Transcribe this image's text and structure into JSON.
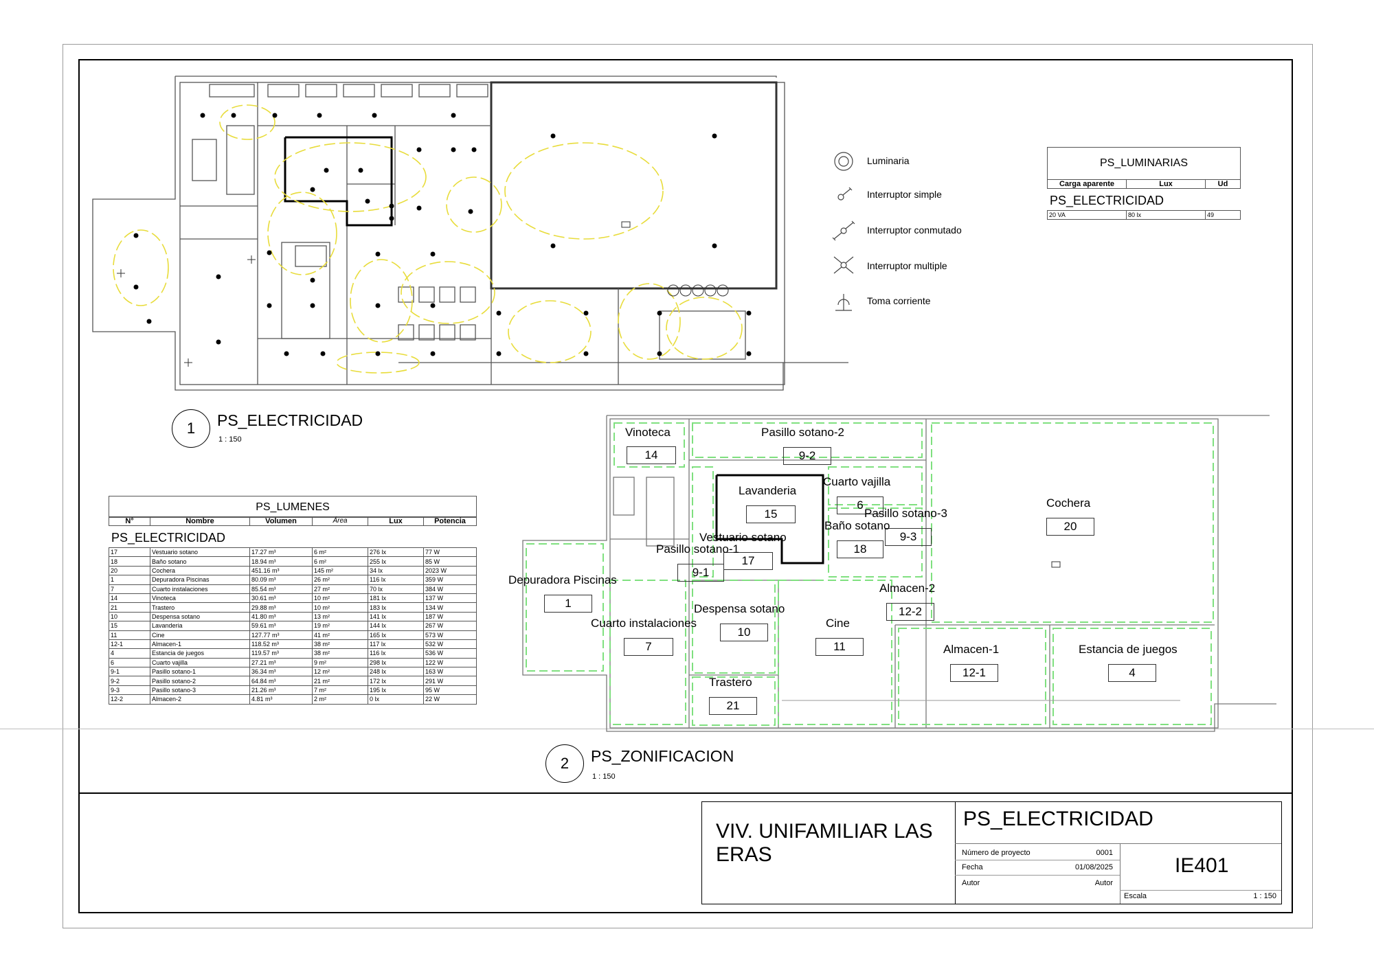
{
  "title_block": {
    "project_name": "VIV. UNIFAMILIAR LAS ERAS",
    "sheet_name": "PS_ELECTRICIDAD",
    "rows": [
      {
        "label": "Número de proyecto",
        "value": "0001"
      },
      {
        "label": "Fecha",
        "value": "01/08/2025"
      },
      {
        "label": "Autor",
        "value": "Autor"
      }
    ],
    "sheet_number": "IE401",
    "scale_label": "Escala",
    "scale_value": "1 : 150"
  },
  "views": [
    {
      "number": "1",
      "title": "PS_ELECTRICIDAD",
      "scale": "1 : 150"
    },
    {
      "number": "2",
      "title": "PS_ZONIFICACION",
      "scale": "1 : 150"
    }
  ],
  "legend": [
    {
      "icon": "luminaire-icon",
      "label": "Luminaria"
    },
    {
      "icon": "simple-switch-icon",
      "label": "Interruptor simple"
    },
    {
      "icon": "switched-switch-icon",
      "label": "Interruptor conmutado"
    },
    {
      "icon": "multiple-switch-icon",
      "label": "Interruptor multiple"
    },
    {
      "icon": "outlet-icon",
      "label": "Toma corriente"
    }
  ],
  "luminarias_schedule": {
    "title": "PS_LUMINARIAS",
    "headers": [
      "Carga aparente",
      "Lux",
      "Ud"
    ],
    "group": "PS_ELECTRICIDAD",
    "rows": [
      [
        "20 VA",
        "80 lx",
        "49"
      ]
    ]
  },
  "lumenes_schedule": {
    "title": "PS_LUMENES",
    "headers": [
      "N°",
      "Nombre",
      "Volumen",
      "Área",
      "Lux",
      "Potencia"
    ],
    "group": "PS_ELECTRICIDAD",
    "rows": [
      [
        "17",
        "Vestuario sotano",
        "17.27 m³",
        "6 m²",
        "276 lx",
        "77 W"
      ],
      [
        "18",
        "Baño sotano",
        "18.94 m³",
        "6 m²",
        "255 lx",
        "85 W"
      ],
      [
        "20",
        "Cochera",
        "451.16 m³",
        "145 m²",
        "34 lx",
        "2023 W"
      ],
      [
        "1",
        "Depuradora Piscinas",
        "80.09 m³",
        "26 m²",
        "116 lx",
        "359 W"
      ],
      [
        "7",
        "Cuarto instalaciones",
        "85.54 m³",
        "27 m²",
        "70 lx",
        "384 W"
      ],
      [
        "14",
        "Vinoteca",
        "30.61 m³",
        "10 m²",
        "181 lx",
        "137 W"
      ],
      [
        "21",
        "Trastero",
        "29.88 m³",
        "10 m²",
        "183 lx",
        "134 W"
      ],
      [
        "10",
        "Despensa sotano",
        "41.80 m³",
        "13 m²",
        "141 lx",
        "187 W"
      ],
      [
        "15",
        "Lavanderia",
        "59.61 m³",
        "19 m²",
        "144 lx",
        "267 W"
      ],
      [
        "11",
        "Cine",
        "127.77 m³",
        "41 m²",
        "165 lx",
        "573 W"
      ],
      [
        "12-1",
        "Almacen-1",
        "118.52 m³",
        "38 m²",
        "117 lx",
        "532 W"
      ],
      [
        "4",
        "Estancia de juegos",
        "119.57 m³",
        "38 m²",
        "116 lx",
        "536 W"
      ],
      [
        "6",
        "Cuarto vajilla",
        "27.21 m³",
        "9 m²",
        "298 lx",
        "122 W"
      ],
      [
        "9-1",
        "Pasillo sotano-1",
        "36.34 m³",
        "12 m²",
        "248 lx",
        "163 W"
      ],
      [
        "9-2",
        "Pasillo sotano-2",
        "64.84 m³",
        "21 m²",
        "172 lx",
        "291 W"
      ],
      [
        "9-3",
        "Pasillo sotano-3",
        "21.26 m³",
        "7 m²",
        "195 lx",
        "95 W"
      ],
      [
        "12-2",
        "Almacen-2",
        "4.81 m³",
        "2 m²",
        "0 lx",
        "22 W"
      ]
    ]
  },
  "zones": [
    {
      "name": "Vinoteca",
      "num": "14"
    },
    {
      "name": "Pasillo sotano-2",
      "num": "9-2"
    },
    {
      "name": "Lavanderia",
      "num": "15"
    },
    {
      "name": "Cuarto vajilla",
      "num": "6"
    },
    {
      "name": "Pasillo sotano-3",
      "num": "9-3"
    },
    {
      "name": "Baño sotano",
      "num": "18"
    },
    {
      "name": "Cochera",
      "num": "20"
    },
    {
      "name": "Vestuario sotano",
      "num": "17"
    },
    {
      "name": "Pasillo sotano-1",
      "num": "9-1"
    },
    {
      "name": "Depuradora Piscinas",
      "num": "1"
    },
    {
      "name": "Almacen-2",
      "num": "12-2"
    },
    {
      "name": "Despensa sotano",
      "num": "10"
    },
    {
      "name": "Cuarto instalaciones",
      "num": "7"
    },
    {
      "name": "Cine",
      "num": "11"
    },
    {
      "name": "Almacen-1",
      "num": "12-1"
    },
    {
      "name": "Estancia de juegos",
      "num": "4"
    },
    {
      "name": "Trastero",
      "num": "21"
    }
  ],
  "colors": {
    "wiring": "#e8dc3a",
    "zone": "#7fe07f",
    "ink": "#000000"
  }
}
